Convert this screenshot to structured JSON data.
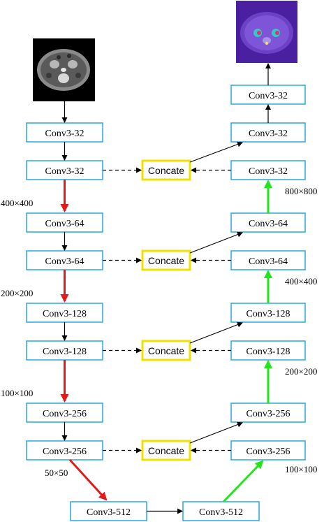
{
  "diagram": {
    "encoder": [
      {
        "id": "e1",
        "label": "Conv3-32"
      },
      {
        "id": "e2",
        "label": "Conv3-32"
      },
      {
        "id": "e3",
        "label": "Conv3-64"
      },
      {
        "id": "e4",
        "label": "Conv3-64"
      },
      {
        "id": "e5",
        "label": "Conv3-128"
      },
      {
        "id": "e6",
        "label": "Conv3-128"
      },
      {
        "id": "e7",
        "label": "Conv3-256"
      },
      {
        "id": "e8",
        "label": "Conv3-256"
      }
    ],
    "bottleneck": [
      {
        "id": "b1",
        "label": "Conv3-512"
      },
      {
        "id": "b2",
        "label": "Conv3-512"
      }
    ],
    "decoder": [
      {
        "id": "d1",
        "label": "Conv3-32"
      },
      {
        "id": "d2",
        "label": "Conv3-32"
      },
      {
        "id": "d3",
        "label": "Conv3-32"
      },
      {
        "id": "d4",
        "label": "Conv3-64"
      },
      {
        "id": "d5",
        "label": "Conv3-64"
      },
      {
        "id": "d6",
        "label": "Conv3-128"
      },
      {
        "id": "d7",
        "label": "Conv3-128"
      },
      {
        "id": "d8",
        "label": "Conv3-256"
      },
      {
        "id": "d9",
        "label": "Conv3-256"
      }
    ],
    "concat": [
      {
        "id": "c1",
        "label": "Concate"
      },
      {
        "id": "c2",
        "label": "Concate"
      },
      {
        "id": "c3",
        "label": "Concate"
      },
      {
        "id": "c4",
        "label": "Concate"
      }
    ],
    "downsample_labels": [
      "400×400",
      "200×200",
      "100×100",
      "50×50"
    ],
    "upsample_labels": [
      "800×800",
      "400×400",
      "200×200",
      "100×100"
    ],
    "colors": {
      "box_border": "#29a8e0",
      "concat_border": "#f0e000",
      "downsample_arrow": "#e41a1a",
      "upsample_arrow": "#22e51d",
      "arrow": "#000000",
      "input_bg": "#000000",
      "output_bg": "#4a1fa0"
    }
  }
}
